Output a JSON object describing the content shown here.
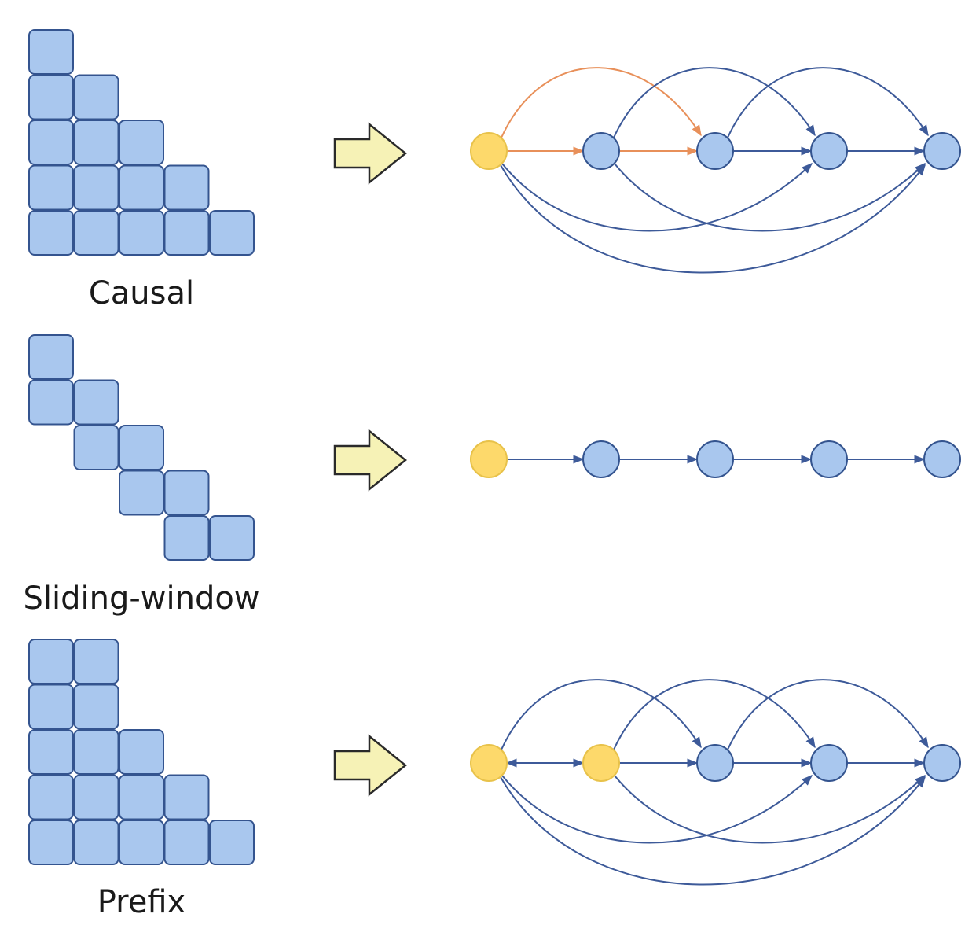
{
  "colors": {
    "cell_fill": "#a9c7ee",
    "cell_stroke": "#34548f",
    "node_blue_fill": "#a9c7ee",
    "node_blue_stroke": "#34548f",
    "node_yellow_fill": "#fdd96b",
    "node_yellow_stroke": "#e8c24a",
    "edge_blue": "#3d5a99",
    "edge_orange": "#e8905a",
    "arrow_fill": "#f6f2b6",
    "arrow_stroke": "#2a2a2a"
  },
  "panels": [
    {
      "name": "causal",
      "label": "Causal",
      "mask_rows": [
        [
          0
        ],
        [
          0,
          1
        ],
        [
          0,
          1,
          2
        ],
        [
          0,
          1,
          2,
          3
        ],
        [
          0,
          1,
          2,
          3,
          4
        ]
      ],
      "node_types": [
        "yellow",
        "blue",
        "blue",
        "blue",
        "blue"
      ],
      "edges": [
        {
          "from": 0,
          "to": 1,
          "style": "straight",
          "color": "orange"
        },
        {
          "from": 1,
          "to": 2,
          "style": "straight",
          "color": "orange"
        },
        {
          "from": 2,
          "to": 3,
          "style": "straight",
          "color": "blue"
        },
        {
          "from": 3,
          "to": 4,
          "style": "straight",
          "color": "blue"
        },
        {
          "from": 0,
          "to": 2,
          "style": "arc-up",
          "color": "orange"
        },
        {
          "from": 1,
          "to": 3,
          "style": "arc-up",
          "color": "blue"
        },
        {
          "from": 2,
          "to": 4,
          "style": "arc-up",
          "color": "blue"
        },
        {
          "from": 0,
          "to": 3,
          "style": "arc-down",
          "color": "blue"
        },
        {
          "from": 1,
          "to": 4,
          "style": "arc-down",
          "color": "blue"
        },
        {
          "from": 0,
          "to": 4,
          "style": "arc-down-deep",
          "color": "blue"
        }
      ]
    },
    {
      "name": "sliding-window",
      "label": "Sliding-window",
      "mask_rows": [
        [
          0
        ],
        [
          0,
          1
        ],
        [
          1,
          2
        ],
        [
          2,
          3
        ],
        [
          3,
          4
        ]
      ],
      "node_types": [
        "yellow",
        "blue",
        "blue",
        "blue",
        "blue"
      ],
      "edges": [
        {
          "from": 0,
          "to": 1,
          "style": "straight",
          "color": "blue"
        },
        {
          "from": 1,
          "to": 2,
          "style": "straight",
          "color": "blue"
        },
        {
          "from": 2,
          "to": 3,
          "style": "straight",
          "color": "blue"
        },
        {
          "from": 3,
          "to": 4,
          "style": "straight",
          "color": "blue"
        }
      ]
    },
    {
      "name": "prefix",
      "label": "Prefix",
      "mask_rows": [
        [
          0,
          1
        ],
        [
          0,
          1
        ],
        [
          0,
          1,
          2
        ],
        [
          0,
          1,
          2,
          3
        ],
        [
          0,
          1,
          2,
          3,
          4
        ]
      ],
      "node_types": [
        "yellow",
        "yellow",
        "blue",
        "blue",
        "blue"
      ],
      "edges": [
        {
          "from": 0,
          "to": 1,
          "style": "straight",
          "color": "blue",
          "bidirectional": true
        },
        {
          "from": 1,
          "to": 2,
          "style": "straight",
          "color": "blue"
        },
        {
          "from": 2,
          "to": 3,
          "style": "straight",
          "color": "blue"
        },
        {
          "from": 3,
          "to": 4,
          "style": "straight",
          "color": "blue"
        },
        {
          "from": 0,
          "to": 2,
          "style": "arc-up",
          "color": "blue"
        },
        {
          "from": 1,
          "to": 3,
          "style": "arc-up",
          "color": "blue"
        },
        {
          "from": 2,
          "to": 4,
          "style": "arc-up",
          "color": "blue"
        },
        {
          "from": 0,
          "to": 3,
          "style": "arc-down",
          "color": "blue"
        },
        {
          "from": 1,
          "to": 4,
          "style": "arc-down",
          "color": "blue"
        },
        {
          "from": 0,
          "to": 4,
          "style": "arc-down-deep",
          "color": "blue"
        }
      ]
    }
  ]
}
